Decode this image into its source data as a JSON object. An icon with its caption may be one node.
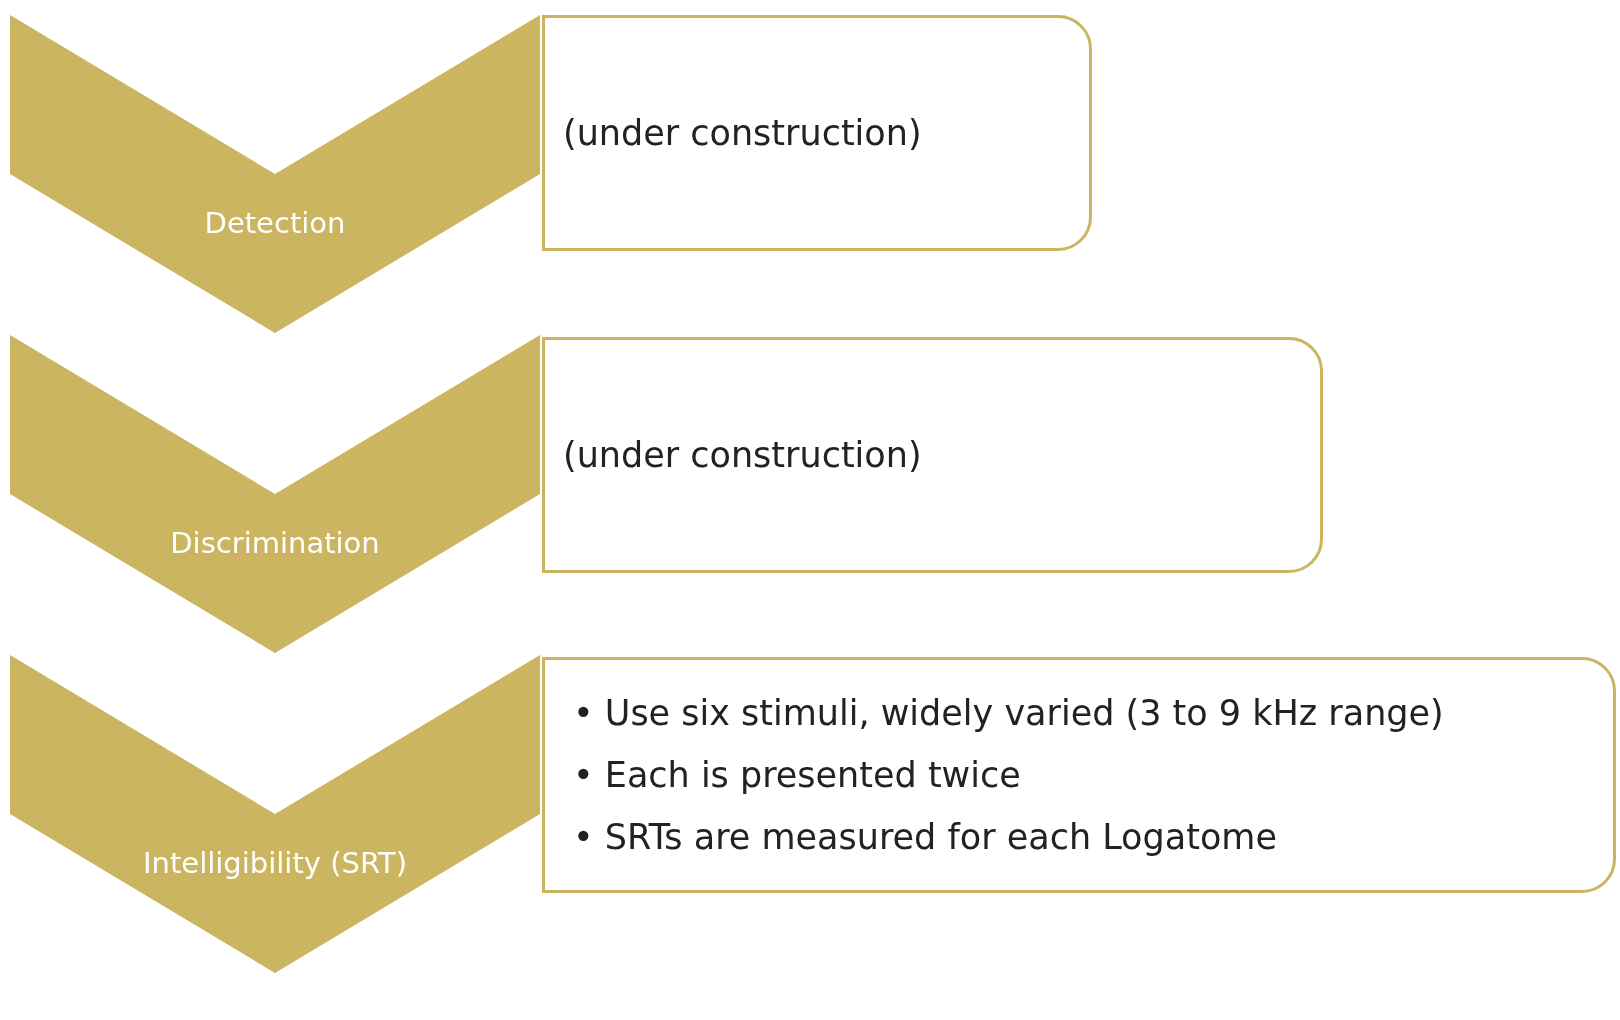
{
  "diagram": {
    "nodes": [
      {
        "text": [
          "Detection"
        ]
      },
      {
        "text": [
          "(under construction)"
        ]
      },
      {
        "text": [
          "Discrimination"
        ]
      },
      {
        "text": [
          "(under construction)"
        ]
      },
      {
        "text": [
          "Intelligibility (SRT)"
        ]
      },
      {
        "text": [
          "• Use six stimuli, widely varied (3 to 9 kHz range)",
          "• Each is presented twice",
          "• SRTs are measured for each Logatome"
        ]
      }
    ]
  }
}
